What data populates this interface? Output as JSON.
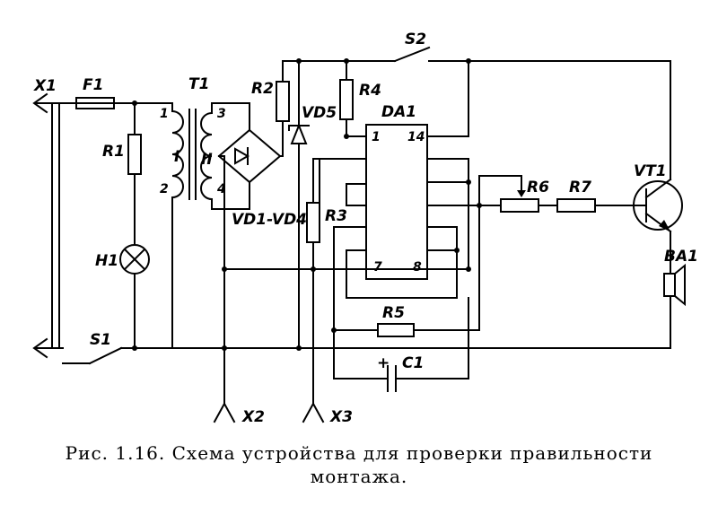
{
  "diagram": {
    "labels": {
      "x1": "X1",
      "f1": "F1",
      "t1": "T1",
      "r1": "R1",
      "h1": "H1",
      "s1": "S1",
      "r2": "R2",
      "r4": "R4",
      "vd5": "VD5",
      "s2": "S2",
      "da1": "DA1",
      "bridge": "VD1-VD4",
      "r3": "R3",
      "r5": "R5",
      "c1": "C1",
      "r6": "R6",
      "r7": "R7",
      "vt1": "VT1",
      "ba1": "BA1",
      "x2": "X2",
      "x3": "X3",
      "winding1": "I",
      "winding2": "II",
      "plus": "+"
    },
    "pins": {
      "t1_1": "1",
      "t1_2": "2",
      "t1_3": "3",
      "t1_4": "4",
      "da_1": "1",
      "da_14": "14",
      "da_7": "7",
      "da_8": "8"
    }
  },
  "caption": {
    "line1": "Рис. 1.16. Схема устройства для проверки правильности",
    "line2": "монтажа."
  }
}
